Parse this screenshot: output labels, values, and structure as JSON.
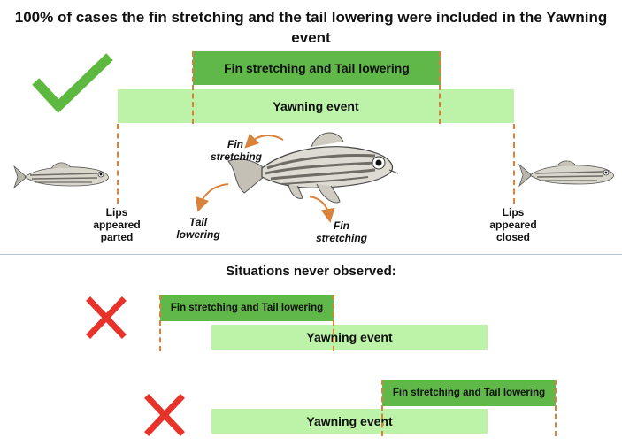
{
  "title": "100% of cases the fin stretching and the tail lowering were included in the Yawning event",
  "top": {
    "fin_bar": "Fin stretching and Tail lowering",
    "yawn_bar": "Yawning event",
    "lips_parted": "Lips appeared parted",
    "lips_closed": "Lips appeared closed",
    "fin_label_top": "Fin stretching",
    "fin_label_bottom": "Fin stretching",
    "tail_label": "Tail lowering"
  },
  "subtitle": "Situations never observed:",
  "case1": {
    "fin_bar": "Fin stretching and Tail lowering",
    "yawn_bar": "Yawning event"
  },
  "case2": {
    "fin_bar": "Fin stretching and Tail lowering",
    "yawn_bar": "Yawning event"
  },
  "colors": {
    "dark_green": "#5fb847",
    "light_green": "#bdf2a9",
    "dashed_line": "#d9823c",
    "arrow": "#d9823c",
    "cross": "#e8332a",
    "check": "#5cb83f"
  },
  "icons": {
    "check": "check-icon",
    "cross": "cross-icon",
    "fish": "zebrafish-icon"
  }
}
